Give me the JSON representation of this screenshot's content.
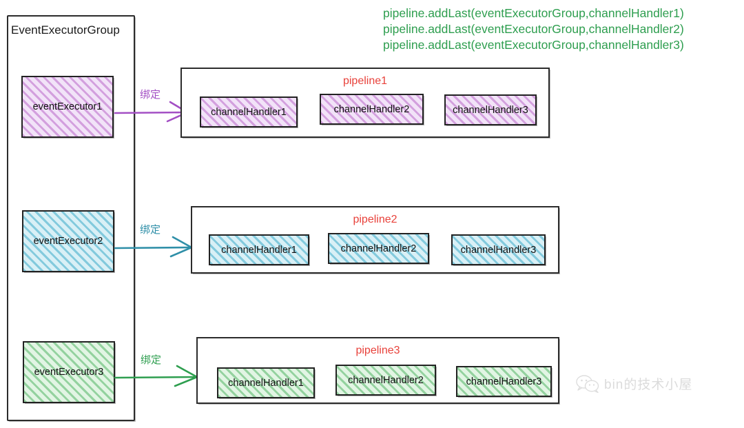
{
  "code_annotation": {
    "lines": [
      "pipeline.addLast(eventExecutorGroup,channelHandler1)",
      "pipeline.addLast(eventExecutorGroup,channelHandler2)",
      "pipeline.addLast(eventExecutorGroup,channelHandler3)"
    ],
    "color": "#2e9e4f"
  },
  "group": {
    "label": "EventExecutorGroup",
    "executors": [
      {
        "label": "eventExecutor1",
        "theme": "purple"
      },
      {
        "label": "eventExecutor2",
        "theme": "cyan"
      },
      {
        "label": "eventExecutor3",
        "theme": "green"
      }
    ]
  },
  "bindings": [
    {
      "label": "绑定",
      "color": "#a34fc4"
    },
    {
      "label": "绑定",
      "color": "#2f8fa8"
    },
    {
      "label": "绑定",
      "color": "#2e9e4f"
    }
  ],
  "pipelines": [
    {
      "label": "pipeline1",
      "theme": "purple",
      "handlers": [
        "channelHandler1",
        "channelHandler2",
        "channelHandler3"
      ]
    },
    {
      "label": "pipeline2",
      "theme": "cyan",
      "handlers": [
        "channelHandler1",
        "channelHandler2",
        "channelHandler3"
      ]
    },
    {
      "label": "pipeline3",
      "theme": "green",
      "handlers": [
        "channelHandler1",
        "channelHandler2",
        "channelHandler3"
      ]
    }
  ],
  "colors": {
    "pipeline_label": "#e8413a",
    "purple": "#a34fc4",
    "cyan": "#3caac8",
    "green": "#2e9e4f",
    "outline": "#2b2b2b"
  },
  "watermark": {
    "text": "bin的技术小屋",
    "icon": "wechat-icon"
  }
}
